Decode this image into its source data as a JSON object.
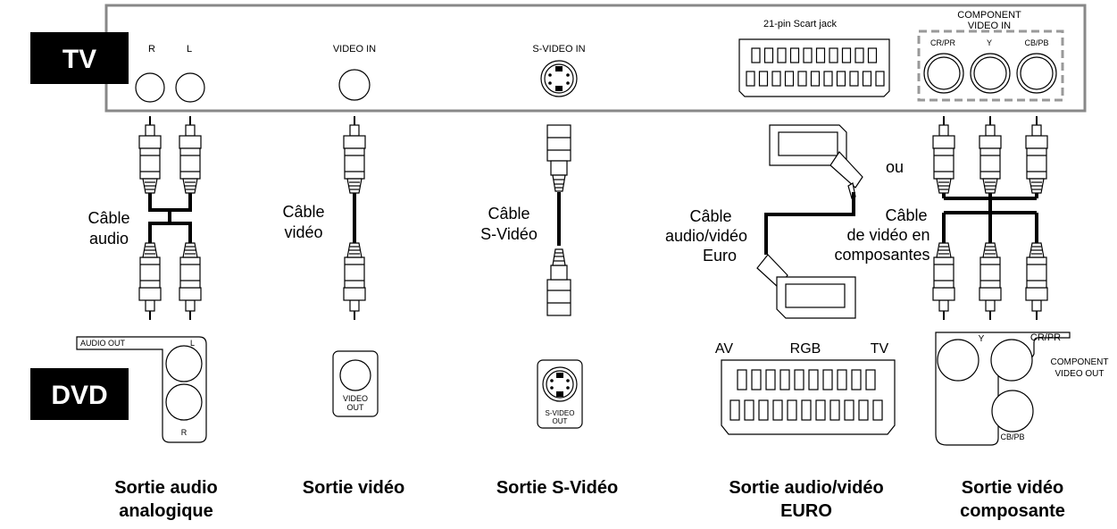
{
  "badges": {
    "tv": "TV",
    "dvd": "DVD"
  },
  "tv_panel": {
    "audio_r": "R",
    "audio_l": "L",
    "video_in": "VIDEO IN",
    "svideo_in": "S-VIDEO IN",
    "scart": "21-pin Scart jack",
    "component_title_1": "COMPONENT",
    "component_title_2": "VIDEO IN",
    "comp_cr": "CR/PR",
    "comp_y": "Y",
    "comp_cb": "CB/PB"
  },
  "cables": {
    "audio_1": "Câble",
    "audio_2": "audio",
    "video_1": "Câble",
    "video_2": "vidéo",
    "svideo_1": "Câble",
    "svideo_2": "S-Vidéo",
    "euro_1": "Câble",
    "euro_2": "audio/vidéo",
    "euro_3": "Euro",
    "or": "ou",
    "comp_1": "Câble",
    "comp_2": "de vidéo en",
    "comp_3": "composantes"
  },
  "dvd_panel": {
    "audio_out": "AUDIO OUT",
    "audio_l": "L",
    "audio_r": "R",
    "video_out_1": "VIDEO",
    "video_out_2": "OUT",
    "svideo_out_1": "S-VIDEO",
    "svideo_out_2": "OUT",
    "av": "AV",
    "rgb": "RGB",
    "tv": "TV",
    "comp_y": "Y",
    "comp_cr": "CR/PR",
    "comp_cb": "CB/PB",
    "comp_out_1": "COMPONENT",
    "comp_out_2": "VIDEO OUT"
  },
  "captions": {
    "audio_1": "Sortie audio",
    "audio_2": "analogique",
    "video": "Sortie vidéo",
    "svideo": "Sortie S-Vidéo",
    "euro_1": "Sortie audio/vidéo",
    "euro_2": "EURO",
    "comp_1": "Sortie vidéo",
    "comp_2": "composante"
  }
}
